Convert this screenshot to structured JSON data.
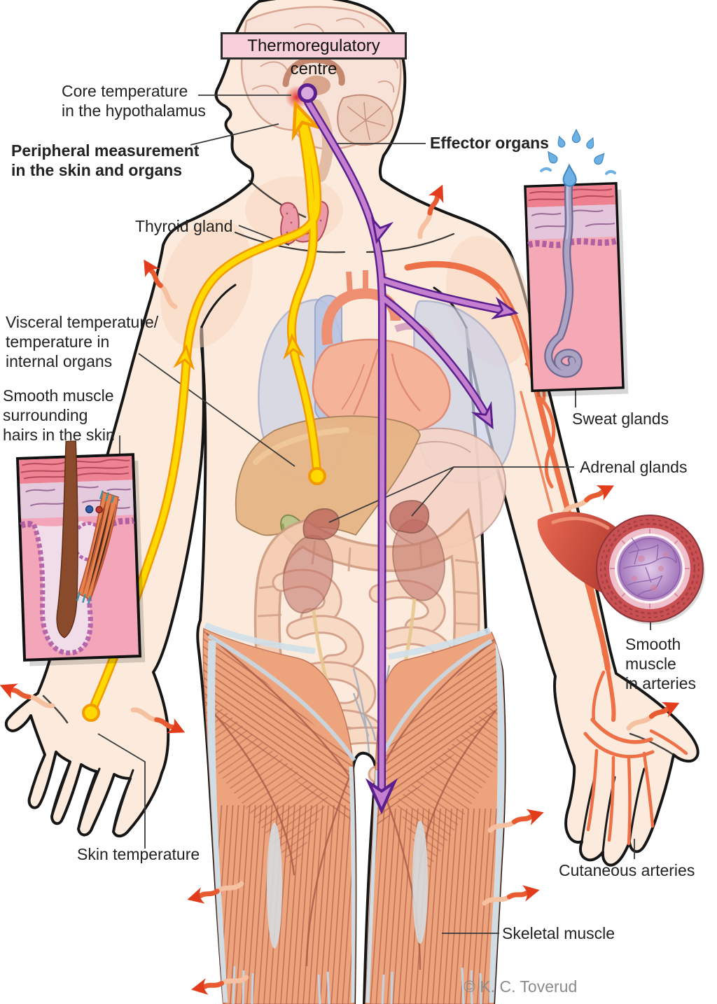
{
  "diagram": {
    "title": "Thermoregulatory centre",
    "credit": "© K. C. Toverud",
    "labels": {
      "core_temperature": [
        "Core temperature",
        "in the hypothalamus"
      ],
      "peripheral_measurement": [
        "Peripheral measurement",
        "in the skin and organs"
      ],
      "effector_organs": "Effector organs",
      "thyroid_gland": "Thyroid gland",
      "visceral_temperature": [
        "Visceral temperature/",
        "temperature in",
        "internal organs"
      ],
      "smooth_muscle_hairs": [
        "Smooth muscle",
        "surrounding",
        "hairs in the skin"
      ],
      "sweat_glands": "Sweat glands",
      "adrenal_glands": "Adrenal glands",
      "smooth_muscle_arteries": [
        "Smooth",
        "muscle",
        "in arteries"
      ],
      "skin_temperature": "Skin temperature",
      "cutaneous_arteries": "Cutaneous arteries",
      "skeletal_muscle": "Skeletal muscle"
    },
    "colors": {
      "afferent_pathway_yellow": "#FFD800",
      "afferent_outline": "#F29A00",
      "efferent_pathway_purple": "#C480CF",
      "efferent_outline": "#5C1F8E",
      "artery_orange": "#EE7046",
      "heat_arrow_red": "#E8542E",
      "sweat_drop_blue": "#6DB0E4",
      "title_box_bg": "#F8D0DA",
      "skin": "#FCEBDC",
      "inset_bg": "#F3A6BA"
    }
  }
}
